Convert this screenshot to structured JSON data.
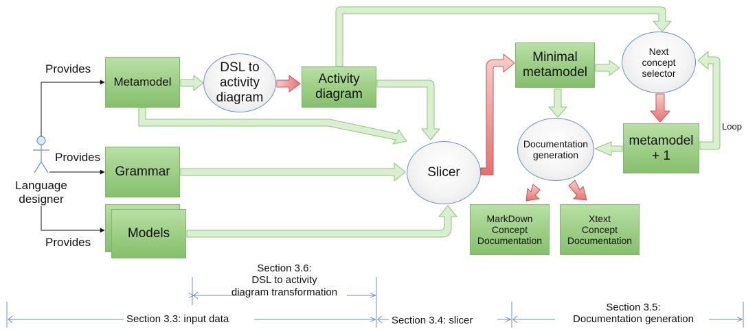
{
  "nodes": {
    "metamodel": "Metamodel",
    "grammar": "Grammar",
    "models": "Models",
    "dsl_to_activity": "DSL to\nactivity\ndiagram",
    "activity_diagram": "Activity\ndiagram",
    "slicer": "Slicer",
    "minimal_metamodel": "Minimal\nmetamodel",
    "next_concept_selector": "Next\nconcept\nselector",
    "metamodel_plus_one": "metamodel\n+ 1",
    "documentation_generation": "Documentation\ngeneration",
    "markdown_doc": "MarkDown\nConcept\nDocumentation",
    "xtext_doc": "Xtext\nConcept\nDocumentation"
  },
  "actor": {
    "label": "Language\ndesigner"
  },
  "edge_labels": {
    "provides_1": "Provides",
    "provides_2": "Provides",
    "provides_3": "Provides",
    "loop": "Loop"
  },
  "sections": {
    "dsl_transformation": "Section 3.6:\nDSL to activity\ndiagram transformation",
    "input_data": "Section 3.3: input data",
    "slicer": "Section 3.4: slicer",
    "documentation": "Section 3.5:\nDocumentation generation"
  },
  "colors": {
    "box_green": "#9ccd85",
    "box_border": "#7fb26a",
    "arrow_green": "#d9efcf",
    "arrow_red": "#e8716f",
    "actor_blue": "#dae8fc",
    "section_line": "#6c8ebf"
  }
}
